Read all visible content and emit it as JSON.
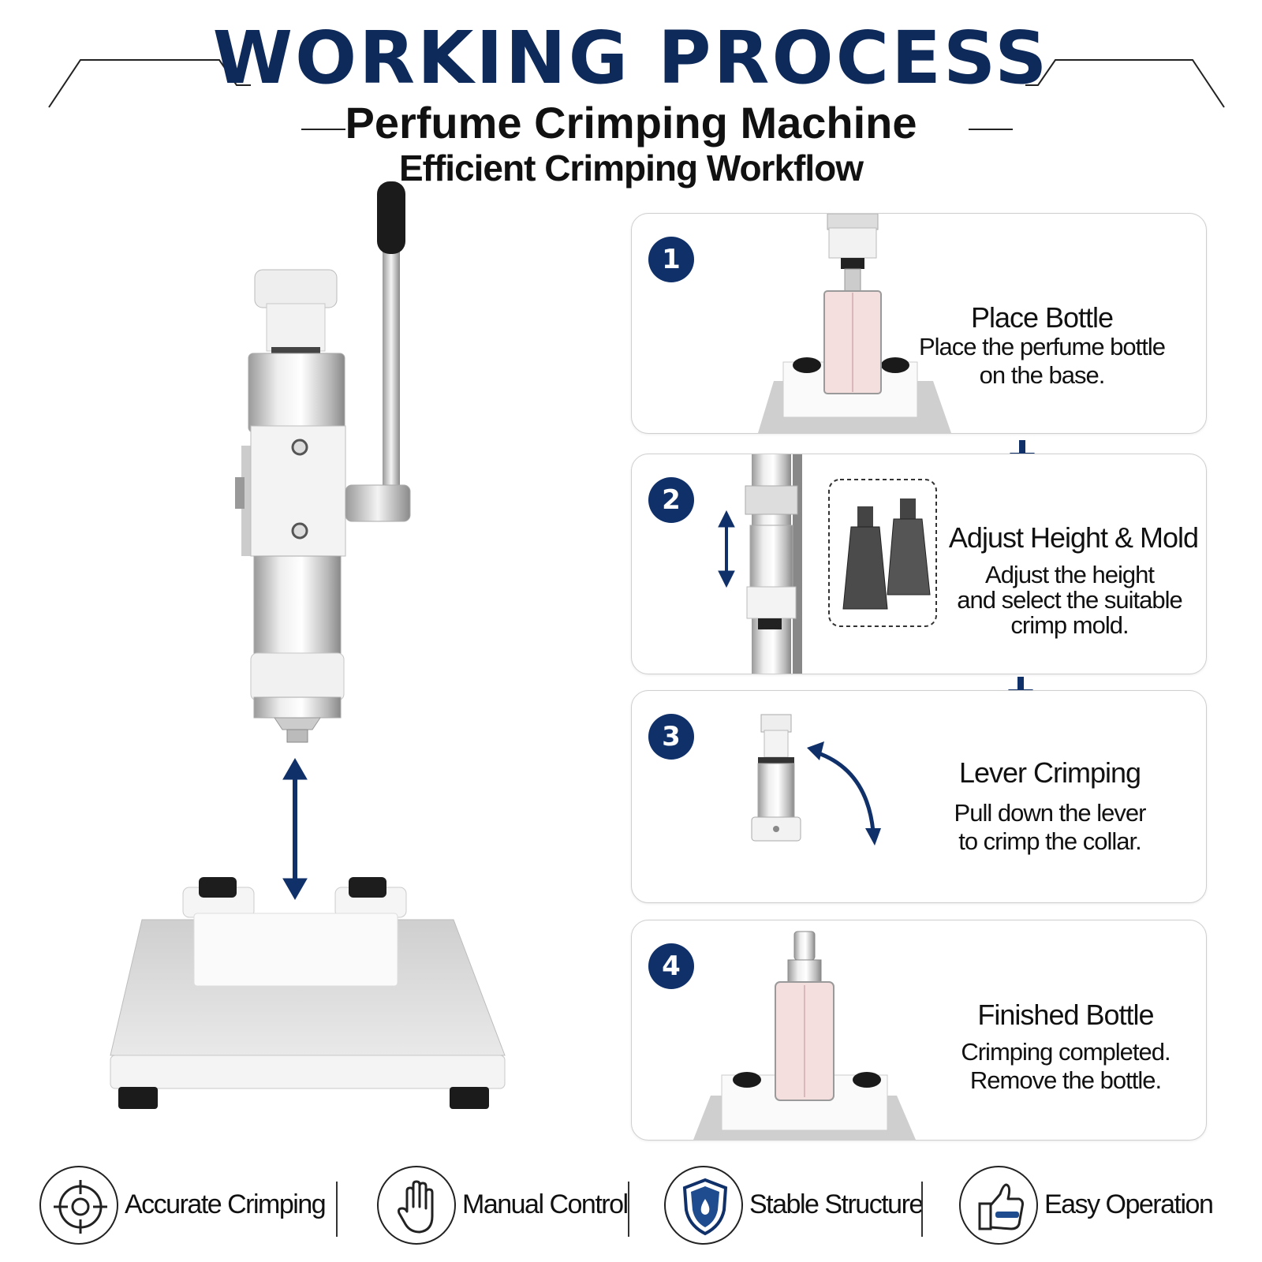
{
  "header": {
    "title": "WORKING PROCESS",
    "subtitle": "Perfume Crimping Machine",
    "tagline": "Efficient Crimping Workflow"
  },
  "colors": {
    "navy": "#0e2a5a",
    "badge": "#10306a",
    "text": "#111111",
    "border": "#cfcfcf"
  },
  "steps": [
    {
      "number": "1",
      "title": "Place Bottle",
      "desc_line1": "Place the perfume bottle",
      "desc_line2": "on the base.",
      "desc_line3": ""
    },
    {
      "number": "2",
      "title": "Adjust Height & Mold",
      "desc_line1": "Adjust the height",
      "desc_line2": "and select the suitable",
      "desc_line3": "crimp mold."
    },
    {
      "number": "3",
      "title": "Lever Crimping",
      "desc_line1": "Pull down the lever",
      "desc_line2": "to crimp the collar.",
      "desc_line3": ""
    },
    {
      "number": "4",
      "title": "Finished Bottle",
      "desc_line1": "Crimping completed.",
      "desc_line2": "Remove the bottle.",
      "desc_line3": ""
    }
  ],
  "features": [
    {
      "label": "Accurate Crimping",
      "icon": "target-icon"
    },
    {
      "label": "Manual Control",
      "icon": "hand-icon"
    },
    {
      "label": "Stable Structure",
      "icon": "shield-icon"
    },
    {
      "label": "Easy Operation",
      "icon": "thumbs-up-icon"
    }
  ]
}
